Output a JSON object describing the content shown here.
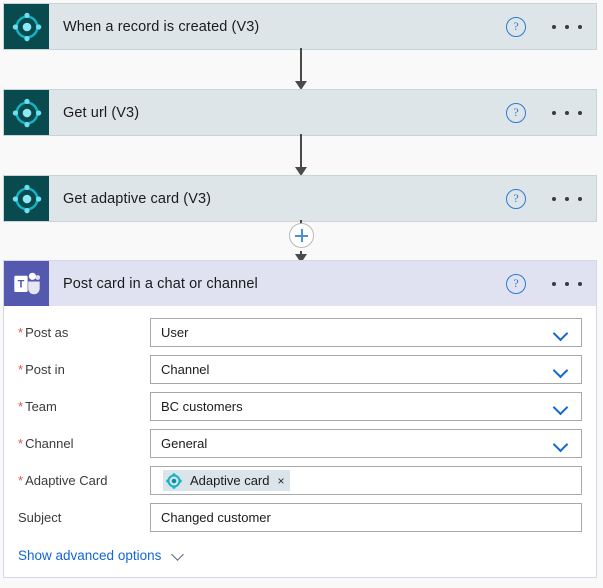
{
  "canvas": {
    "background": "#f9f9f9"
  },
  "colors": {
    "cds_icon_bg": "#094a4e",
    "cds_header_bg": "#dde5e9",
    "teams_icon_bg": "#5558af",
    "teams_header_bg": "#e1e2f1",
    "required_star": "#e0524a",
    "link_blue": "#1266d6",
    "chevron_blue": "#1266d6",
    "connector_grey": "#4a4a4a"
  },
  "steps": [
    {
      "title": "When a record is created (V3)",
      "icon": "common-data-service-icon",
      "connector": "Common Data Service",
      "help_icon": "help-icon",
      "menu_icon": "more-options-icon"
    },
    {
      "title": "Get url (V3)",
      "icon": "common-data-service-icon",
      "connector": "Common Data Service",
      "help_icon": "help-icon",
      "menu_icon": "more-options-icon"
    },
    {
      "title": "Get adaptive card (V3)",
      "icon": "common-data-service-icon",
      "connector": "Common Data Service",
      "help_icon": "help-icon",
      "menu_icon": "more-options-icon"
    }
  ],
  "insert_button": {
    "icon": "plus-icon",
    "tooltip": "Insert a new step"
  },
  "teams_step": {
    "title": "Post card in a chat or channel",
    "icon": "microsoft-teams-icon",
    "help_icon": "help-icon",
    "menu_icon": "more-options-icon",
    "fields": [
      {
        "label": "Post as",
        "required": true,
        "value": "User",
        "control": "dropdown"
      },
      {
        "label": "Post in",
        "required": true,
        "value": "Channel",
        "control": "dropdown"
      },
      {
        "label": "Team",
        "required": true,
        "value": "BC  customers",
        "control": "dropdown"
      },
      {
        "label": "Channel",
        "required": true,
        "value": "General",
        "control": "dropdown"
      }
    ],
    "adaptive_card_field": {
      "label": "Adaptive Card",
      "required": true,
      "token_label": "Adaptive card",
      "token_icon": "common-data-service-icon",
      "token_remove": "×"
    },
    "subject_field": {
      "label": "Subject",
      "required": false,
      "value": "Changed customer"
    },
    "advanced_options": {
      "label": "Show advanced options",
      "chevron": "chevron-down-icon"
    }
  }
}
